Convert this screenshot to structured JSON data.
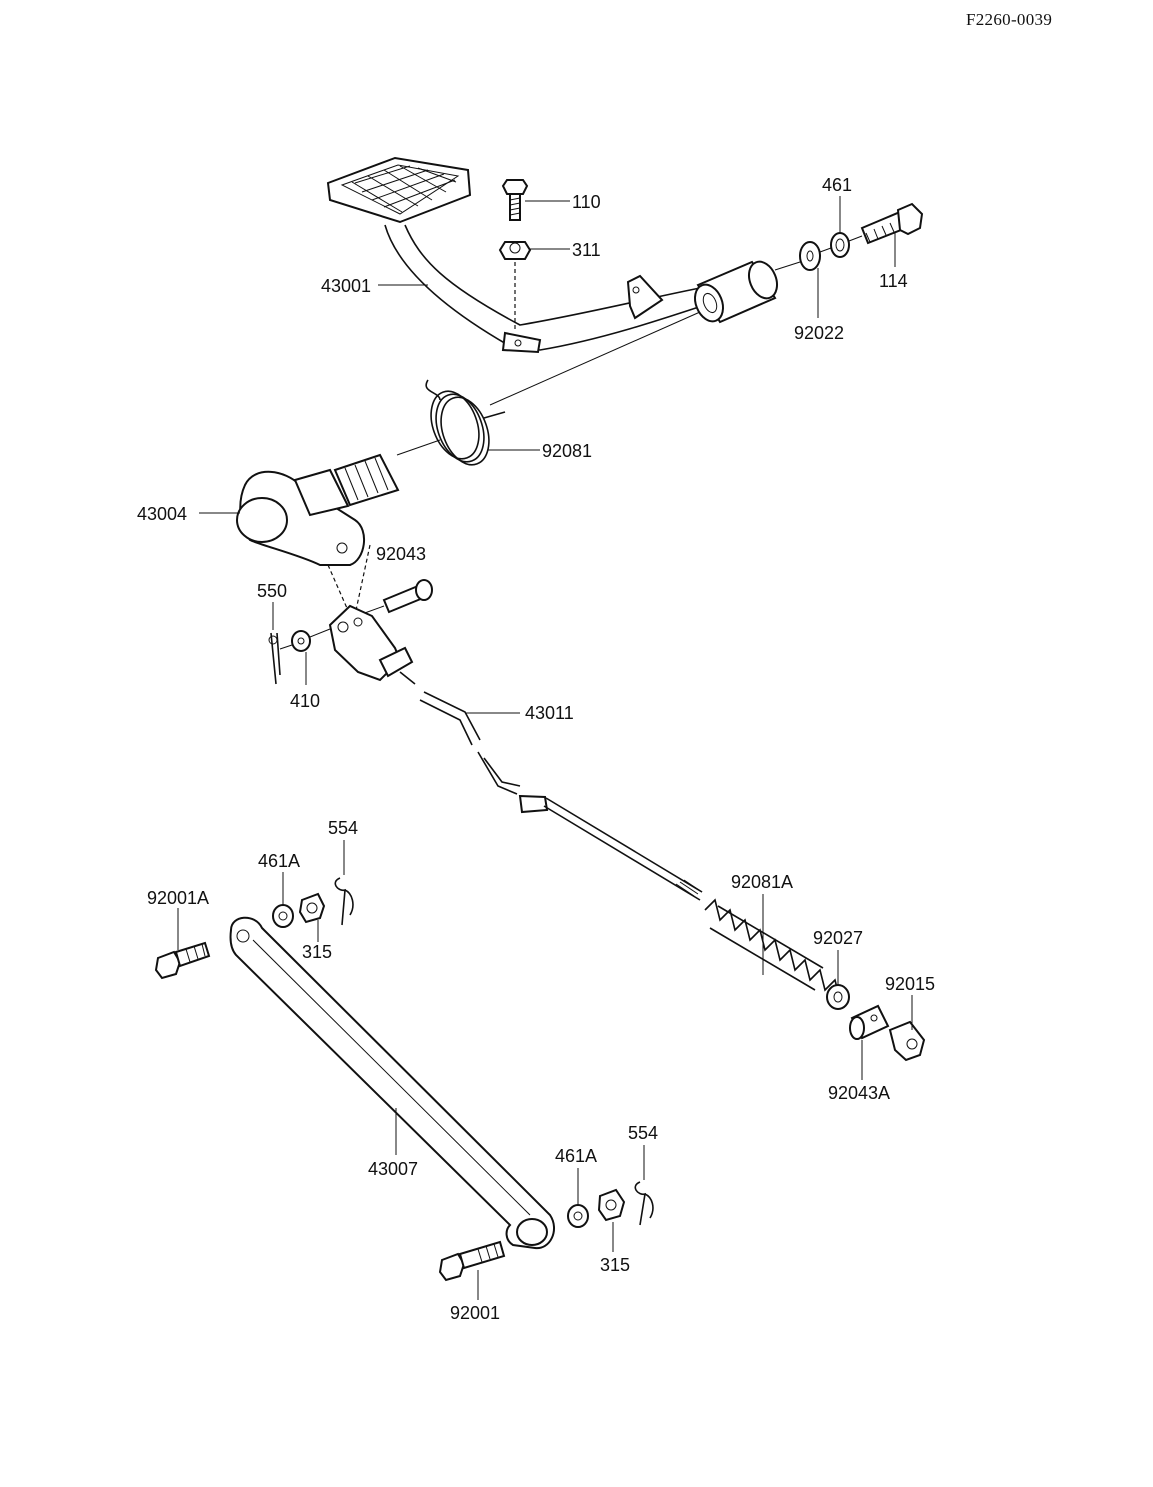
{
  "reference_code": "F2260-0039",
  "callouts": {
    "c110": "110",
    "c311": "311",
    "c461": "461",
    "c114": "114",
    "c43001": "43001",
    "c92022": "92022",
    "c92081": "92081",
    "c43004": "43004",
    "c92043": "92043",
    "c550": "550",
    "c410": "410",
    "c43011": "43011",
    "c554a": "554",
    "c461Aa": "461A",
    "c92001A": "92001A",
    "c315a": "315",
    "c92081A": "92081A",
    "c92027": "92027",
    "c92015": "92015",
    "c92043A": "92043A",
    "c43007": "43007",
    "c554b": "554",
    "c461Ab": "461A",
    "c315b": "315",
    "c92001": "92001"
  }
}
